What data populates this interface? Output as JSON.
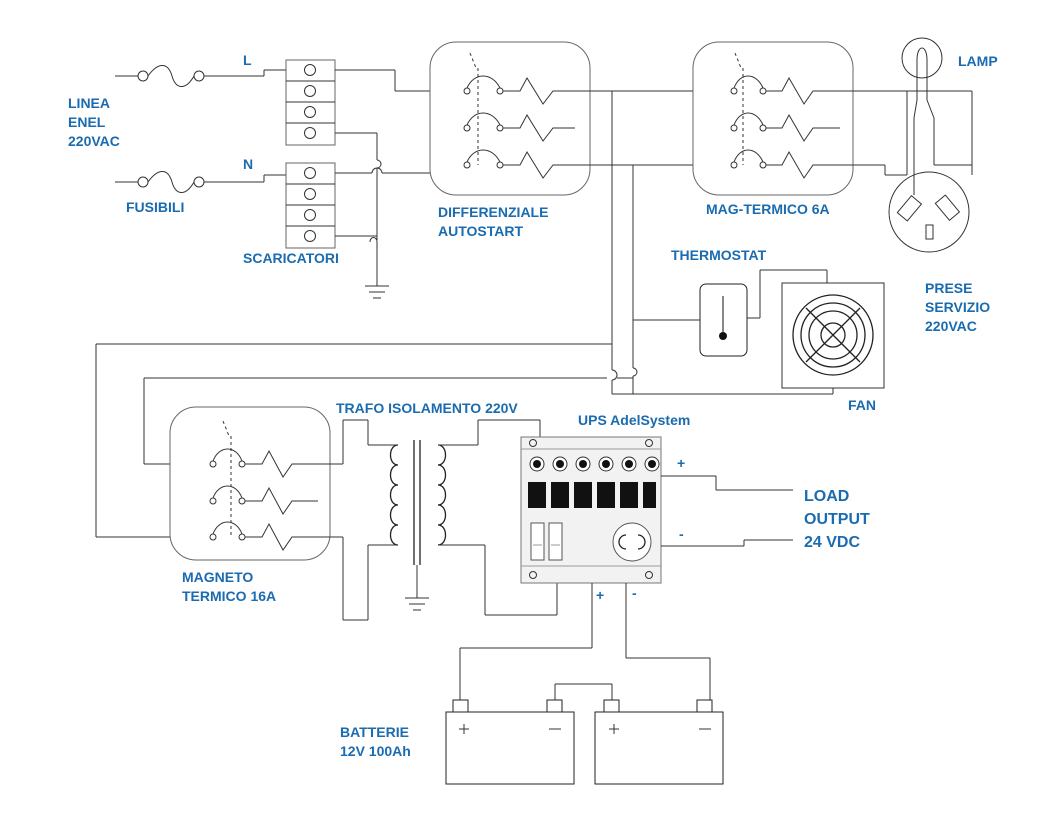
{
  "colors": {
    "label": "#1a6bb0",
    "wire": "#333333",
    "fill_dark": "#111111",
    "panel": "#f2f2f2"
  },
  "labels": {
    "linea": [
      "LINEA",
      "ENEL",
      "220VAC"
    ],
    "fusibili": "FUSIBILI",
    "l": "L",
    "n": "N",
    "scaricatori": "SCARICATORI",
    "differenziale": [
      "DIFFERENZIALE",
      "AUTOSTART"
    ],
    "mag_termico": "MAG-TERMICO 6A",
    "lamp": "LAMP",
    "prese": [
      "PRESE",
      "SERVIZIO",
      "220VAC"
    ],
    "thermostat": "THERMOSTAT",
    "fan": "FAN",
    "trafo": "TRAFO ISOLAMENTO 220V",
    "ups": "UPS AdelSystem",
    "load_output": [
      "LOAD",
      "OUTPUT",
      "24 VDC"
    ],
    "magneto": [
      "MAGNETO",
      "TERMICO 16A"
    ],
    "batterie": [
      "BATTERIE",
      "12V 100Ah"
    ],
    "plus": "+",
    "minus": "-"
  },
  "icons": [
    "fuse-icon",
    "ground-icon",
    "breaker-icon",
    "transformer-icon",
    "battery-icon",
    "lamp-icon",
    "socket-icon",
    "fan-icon",
    "thermostat-icon",
    "terminal-block-icon",
    "ups-icon"
  ]
}
